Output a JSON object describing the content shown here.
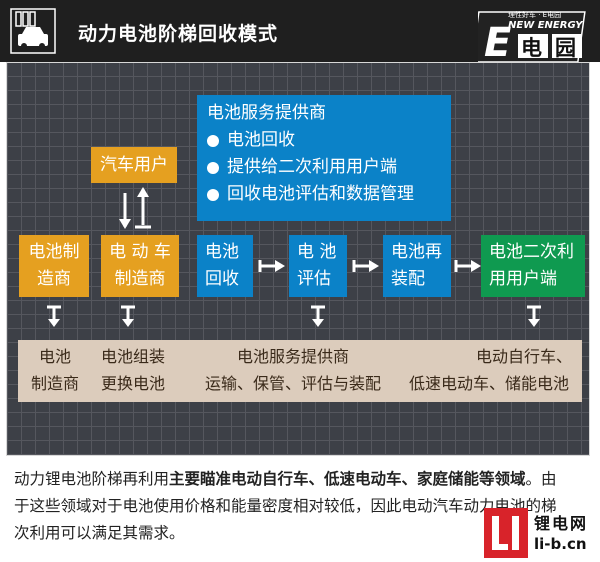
{
  "header": {
    "title": "动力电池阶梯回收模式",
    "logo_tagline": "理性好车 · E电园",
    "logo_new_energy": "NEW ENERGY",
    "logo_e": "E",
    "logo_char1": "电",
    "logo_char2": "园"
  },
  "diagram": {
    "provider_box": {
      "title": "电池服务提供商",
      "items": [
        "电池回收",
        "提供给二次利用用户端",
        "回收电池评估和数据管理"
      ]
    },
    "car_user": "汽车用户",
    "manufacturer": [
      "电池制",
      "造商"
    ],
    "ev_manufacturer": [
      "电 动 车",
      "制造商"
    ],
    "recycle": [
      "电池",
      "回收"
    ],
    "evaluate": [
      "电 池",
      "评估"
    ],
    "reassemble": [
      "电池再",
      "装配"
    ],
    "secondary_user": [
      "电池二次利",
      "用用户端"
    ],
    "bottom": {
      "col1": [
        "电池",
        "制造商"
      ],
      "col2": [
        "电池组装",
        "更换电池"
      ],
      "col3": [
        "电池服务提供商",
        "运输、保管、评估与装配"
      ],
      "col4": [
        "电动自行车、",
        "低速电动车、储能电池"
      ]
    }
  },
  "description": {
    "part1": "动力锂电池阶梯再利用",
    "bold": "主要瞄准电动自行车、低速电动车、家庭储能等领域",
    "part2": "。由于这些领域对于电池使用价格和能量密度相对较低，因此电动汽车动力电池的梯次利用可以满足其需求。"
  },
  "watermark": {
    "badge_letters": "LI",
    "name": "锂电网",
    "url": "li-b.cn"
  },
  "colors": {
    "orange": "#e5a020",
    "blue": "#0b82c8",
    "green": "#0f9a50",
    "panel": "#3d4047",
    "bottom_bar": "#dcccbc"
  }
}
